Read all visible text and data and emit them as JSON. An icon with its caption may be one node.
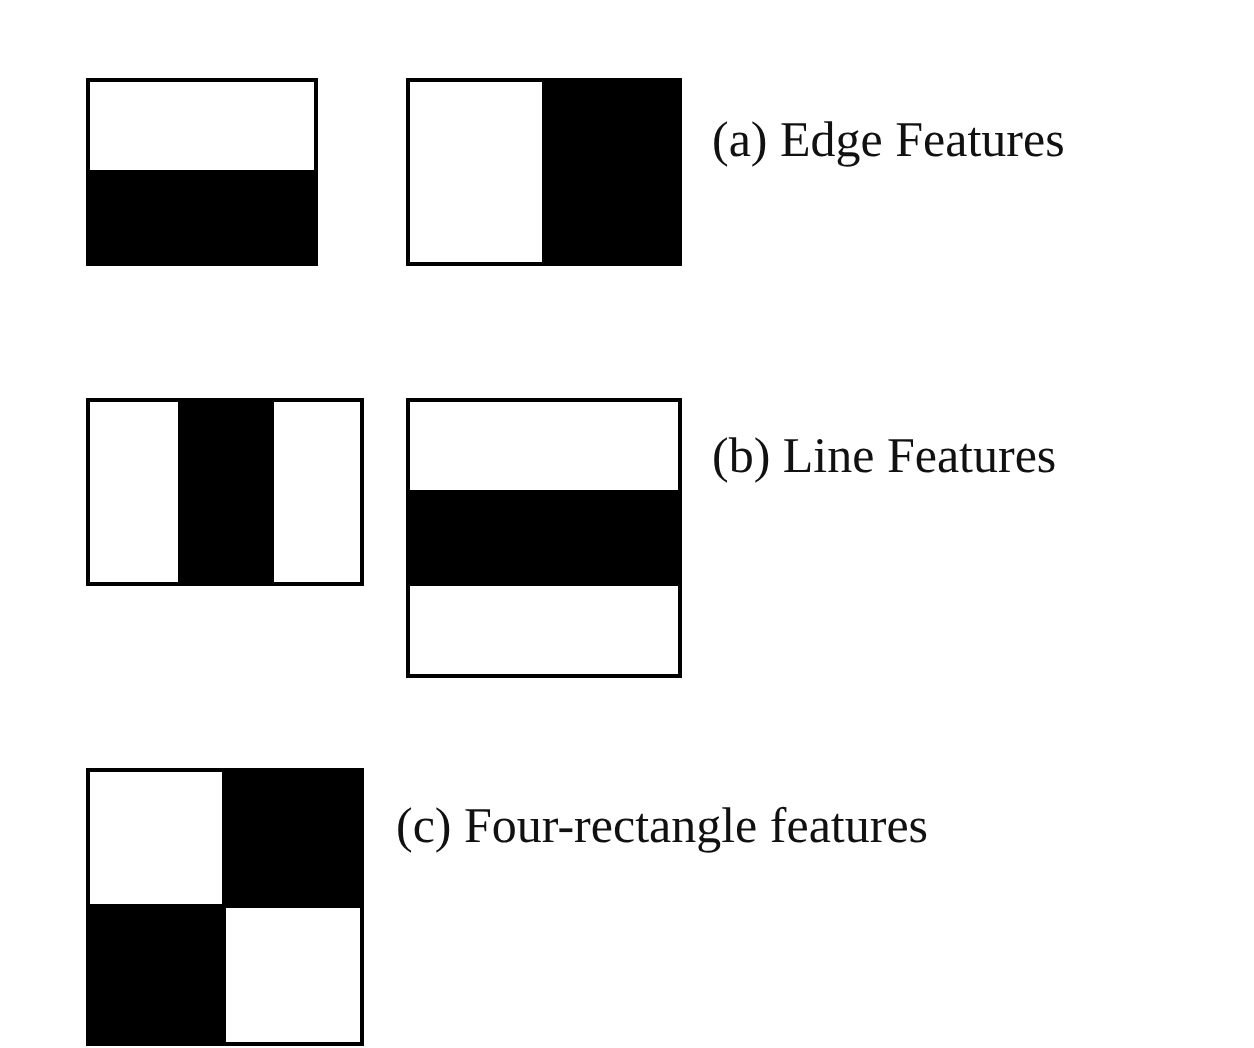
{
  "diagram": {
    "labels": [
      "(a) Edge Features",
      "(b) Line Features",
      "(c) Four-rectangle features"
    ]
  }
}
